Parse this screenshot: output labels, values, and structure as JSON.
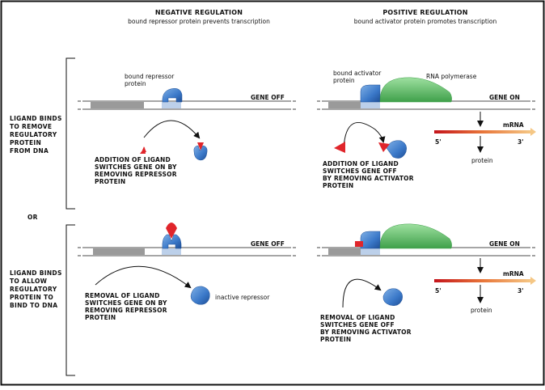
{
  "headers": {
    "negative": {
      "title": "NEGATIVE REGULATION",
      "subtitle": "bound repressor protein prevents transcription"
    },
    "positive": {
      "title": "POSITIVE REGULATION",
      "subtitle": "bound activator protein promotes transcription"
    }
  },
  "row_labels": {
    "top": [
      "LIGAND BINDS",
      "TO REMOVE",
      "REGULATORY",
      "PROTEIN",
      "FROM DNA"
    ],
    "or": "OR",
    "bottom": [
      "LIGAND BINDS",
      "TO ALLOW",
      "REGULATORY",
      "PROTEIN TO",
      "BIND TO DNA"
    ]
  },
  "panels": {
    "top_negative": {
      "protein_label": [
        "bound repressor",
        "protein"
      ],
      "gene_status": "GENE OFF",
      "caption": [
        "ADDITION OF LIGAND",
        "SWITCHES GENE ON BY",
        "REMOVING REPRESSOR",
        "PROTEIN"
      ]
    },
    "top_positive": {
      "protein_label": [
        "bound activator",
        "protein"
      ],
      "polymerase_label": "RNA polymerase",
      "gene_status": "GENE ON",
      "mrna_label": "mRNA",
      "five_prime": "5'",
      "three_prime": "3'",
      "protein_product": "protein",
      "caption": [
        "ADDITION OF LIGAND",
        "SWITCHES GENE OFF",
        "BY REMOVING ACTIVATOR",
        "PROTEIN"
      ]
    },
    "bottom_negative": {
      "gene_status": "GENE OFF",
      "inactive_label": "inactive repressor",
      "caption": [
        "REMOVAL OF LIGAND",
        "SWITCHES GENE ON BY",
        "REMOVING REPRESSOR",
        "PROTEIN"
      ]
    },
    "bottom_positive": {
      "gene_status": "GENE ON",
      "mrna_label": "mRNA",
      "five_prime": "5'",
      "three_prime": "3'",
      "protein_product": "protein",
      "caption": [
        "REMOVAL OF LIGAND",
        "SWITCHES GENE OFF",
        "BY REMOVING ACTIVATOR",
        "PROTEIN"
      ]
    }
  },
  "colors": {
    "repressor_blue": "#3a78c8",
    "operator_blue": "#bcd0ea",
    "promoter_gray": "#9a9a9a",
    "ligand_red": "#e0252b",
    "polymerase_green": "#5bbf63",
    "mrna_start": "#c4141b",
    "mrna_end": "#f5c785"
  }
}
